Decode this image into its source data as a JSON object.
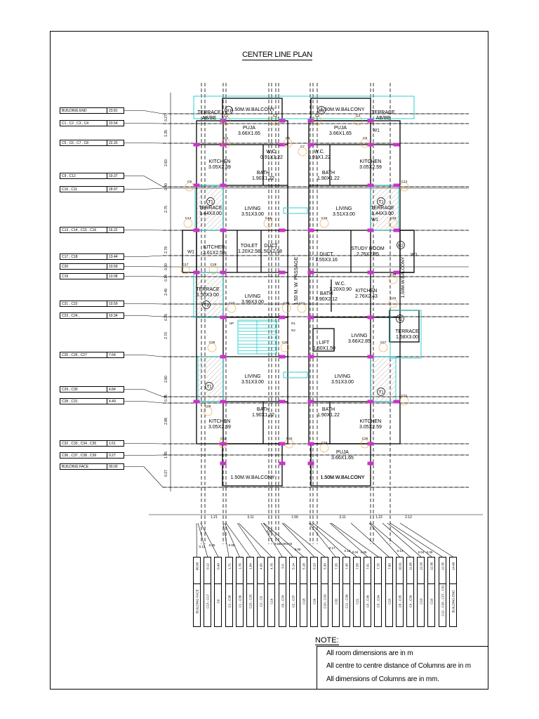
{
  "title": "CENTER LINE PLAN",
  "levels": [
    {
      "name": "BUILDING END",
      "value": "23.81"
    },
    {
      "name": "C1 , C2 , C3 , C4",
      "value": "23.54"
    },
    {
      "name": "C5 , C6 , C7 , C8",
      "value": "22.20"
    },
    {
      "name": "C9 , C12",
      "value": "19.37"
    },
    {
      "name": "C10 , C11",
      "value": "18.97"
    },
    {
      "name": "C13 , C14 , C15 , C16",
      "value": "16.22"
    },
    {
      "name": "C17 , C18",
      "value": "13.44"
    },
    {
      "name": "C20",
      "value": "10.59"
    },
    {
      "name": "C19",
      "value": "13.08"
    },
    {
      "name": "C21 , C22",
      "value": "10.59"
    },
    {
      "name": "C23 , C24 ,",
      "value": "10.34"
    },
    {
      "name": "C25 , C26 , C27",
      "value": "7.64"
    },
    {
      "name": "C29 , C30",
      "value": "4.84"
    },
    {
      "name": "C28 , C31",
      "value": "4.49"
    },
    {
      "name": "C32 , C33 , C34 , C35",
      "value": "1.61"
    },
    {
      "name": "C36 , C37 , C38 , C39",
      "value": "0.27"
    },
    {
      "name": "BUILDING FACE",
      "value": "00.00"
    }
  ],
  "x_levels": [
    {
      "name": "BUILDING FACE",
      "value": "00.00"
    },
    {
      "name": "C13 , C17",
      "value": "0.12"
    },
    {
      "name": "C9",
      "value": "0.40"
    },
    {
      "name": "C1 , C36",
      "value": "1.71"
    },
    {
      "name": "C1 , C36",
      "value": "1.76"
    },
    {
      "name": "C23 , C25",
      "value": "1.84"
    },
    {
      "name": "C2 , C5",
      "value": "4.65"
    },
    {
      "name": "C14",
      "value": "4.76"
    },
    {
      "name": "C6 , C33",
      "value": "5.0"
    },
    {
      "name": "C2 , C37",
      "value": "5.14"
    },
    {
      "name": "C18",
      "value": "5.18"
    },
    {
      "name": "C24",
      "value": "5.23"
    },
    {
      "name": "C10 , C29",
      "value": "5.30"
    },
    {
      "name": "C32",
      "value": "7.26"
    },
    {
      "name": "C11 , C30",
      "value": "7.45"
    },
    {
      "name": "C21",
      "value": "7.58"
    },
    {
      "name": "C3 , C38",
      "value": "7.61"
    },
    {
      "name": "C3 , C34",
      "value": "7.75"
    },
    {
      "name": "C15",
      "value": "7.80"
    },
    {
      "name": "C8 , C35",
      "value": "10.91"
    },
    {
      "name": "C4 , C39",
      "value": "11.05"
    },
    {
      "name": "C19",
      "value": "12.26"
    },
    {
      "name": "C16",
      "value": "12.30"
    },
    {
      "name": "C12 , C20 , C27 , C31",
      "value": "12.35"
    },
    {
      "name": "BUILDING END",
      "value": "14.48"
    }
  ],
  "bottom_dims": [
    "1.21",
    "3.11",
    "1.56",
    "3.11",
    "1.22",
    "2.12"
  ],
  "left_dims": [
    "0.27",
    "1.35",
    "2.83",
    "0.40",
    "2.75",
    "2.78",
    "0.30",
    "0.14",
    "2.49",
    "0.25",
    "2.70",
    "2.80",
    "0.35",
    "2.88",
    "1.35",
    "0.27"
  ],
  "small_dims": [
    "0.12",
    "0.28",
    "0.05",
    "0.05",
    "0.14",
    "0.09",
    "0.04",
    "0.05",
    "0.17",
    "0.13",
    "0.04",
    "0.05",
    "0.14",
    "0.04",
    "0.35"
  ],
  "rooms": [
    {
      "name": "1.50M.W.BALCONY",
      "dim": ""
    },
    {
      "name": "PUJA",
      "dim": "3.66X1.65"
    },
    {
      "name": "KITCHEN",
      "dim": "3.05X2.59"
    },
    {
      "name": "BATH",
      "dim": "1.90X1.22"
    },
    {
      "name": "W.C.",
      "dim": "0.91X1.22"
    },
    {
      "name": "TERRACE",
      "dim": "AB/BE"
    },
    {
      "name": "TERRACE",
      "dim": "1.44X3.00"
    },
    {
      "name": "LIVING",
      "dim": "3.51X3.00"
    },
    {
      "name": "KITCHEN",
      "dim": "2.61X2.58"
    },
    {
      "name": "TOILET",
      "dim": "1.20X2.58"
    },
    {
      "name": "DUCT",
      "dim": "1.50X2.58"
    },
    {
      "name": "TERRACE",
      "dim": "1.50X3.00"
    },
    {
      "name": "LIVING",
      "dim": "3.96X3.00"
    },
    {
      "name": "DUCT",
      "dim": "1.55X3.16"
    },
    {
      "name": "STUDY ROOM",
      "dim": "2.76X2.85"
    },
    {
      "name": "W.C.",
      "dim": "1.20X0.90"
    },
    {
      "name": "BATH",
      "dim": "1.90X2.12"
    },
    {
      "name": "KITCHEN",
      "dim": "2.76X2.43"
    },
    {
      "name": "TERRACE",
      "dim": "1.58X3.00"
    },
    {
      "name": "LIFT",
      "dim": "1.50X1.50"
    },
    {
      "name": "LIVING",
      "dim": "3.66X2.85"
    },
    {
      "name": "LIVING",
      "dim": "3.51X3.00"
    },
    {
      "name": "KITCHEN",
      "dim": "3.05X2.59"
    },
    {
      "name": "BATH",
      "dim": "1.90X1.22"
    },
    {
      "name": "PUJA",
      "dim": "3.66X1.65"
    },
    {
      "name": "1.50M.W.BALCONY",
      "dim": ""
    }
  ],
  "passage_label": "1.50 M. W. PASSAGE",
  "balcony_side_label": "1.50M.W.BALCONY",
  "marks": [
    "B1",
    "B1",
    "T1",
    "T1",
    "T3",
    "T2",
    "T1",
    "T1",
    "B2",
    "W1",
    "W1",
    "W1",
    "W1"
  ],
  "column_tags": [
    "C1",
    "C2",
    "C3",
    "C4",
    "C5",
    "C6",
    "C7",
    "C8",
    "C9",
    "C12",
    "C13",
    "C14",
    "C15",
    "C16",
    "C17",
    "C18",
    "C19",
    "C21",
    "C22",
    "C23",
    "C24",
    "C25",
    "C26",
    "C27",
    "C28",
    "C31",
    "C32",
    "C33",
    "C34",
    "C35"
  ],
  "stair_labels": [
    "UP",
    "R1",
    "R2"
  ],
  "note": {
    "title": "NOTE:",
    "lines": [
      "All room dimensions are in m",
      "All centre to centre distance of Columns are in m",
      "All dimensions of Columns are in mm."
    ]
  },
  "colors": {
    "line": "#000000",
    "column": "#cc33cc",
    "cyan": "#33cccc",
    "orange": "#e8a13a"
  }
}
